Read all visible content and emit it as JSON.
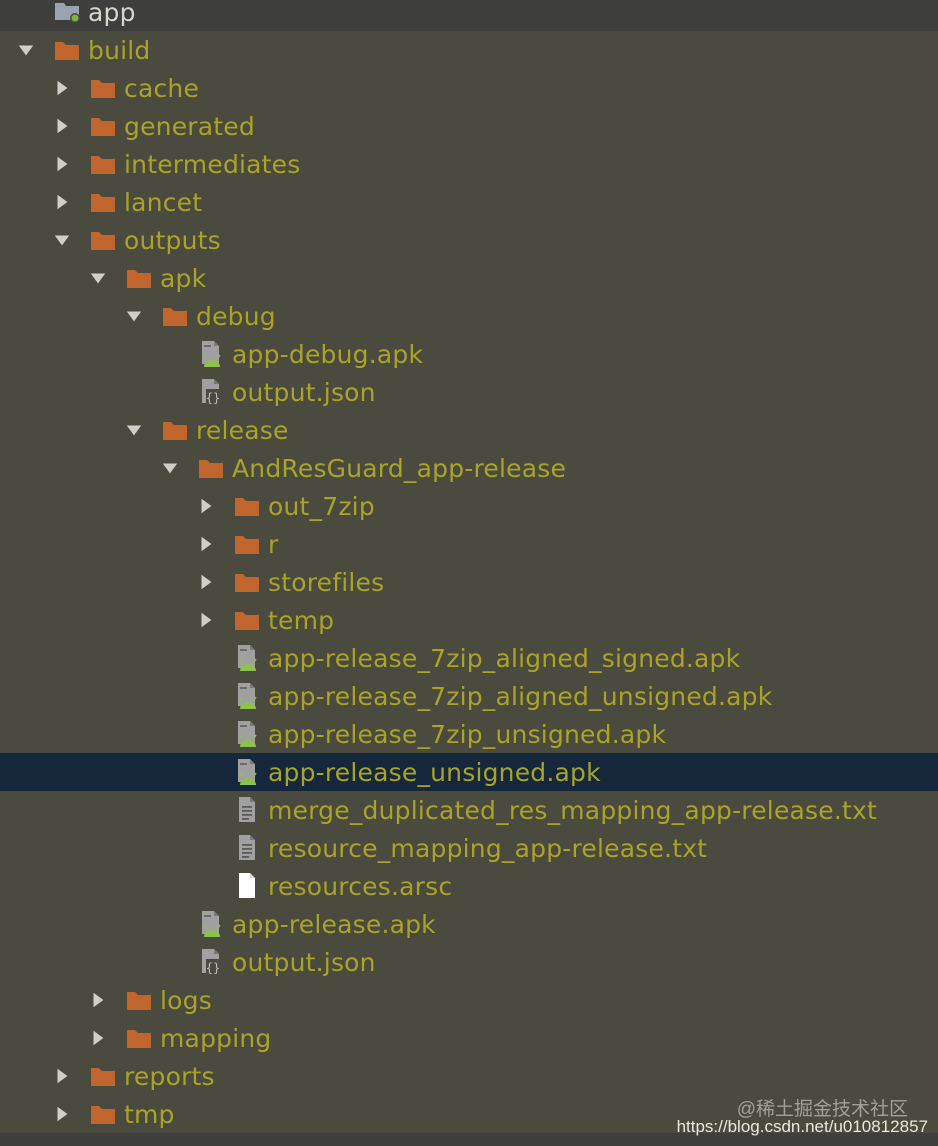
{
  "colors": {
    "background": "#4a4a3e",
    "label": "#a9a327",
    "folder": "#c1652f",
    "android": "#8bc34a",
    "selection": "#15273a"
  },
  "tree": [
    {
      "depth": 0,
      "label": "app",
      "icon": "module-icon",
      "state": "none",
      "kind": "module"
    },
    {
      "depth": 0,
      "label": "build",
      "icon": "folder-icon",
      "state": "expanded"
    },
    {
      "depth": 1,
      "label": "cache",
      "icon": "folder-icon",
      "state": "collapsed"
    },
    {
      "depth": 1,
      "label": "generated",
      "icon": "folder-icon",
      "state": "collapsed"
    },
    {
      "depth": 1,
      "label": "intermediates",
      "icon": "folder-icon",
      "state": "collapsed"
    },
    {
      "depth": 1,
      "label": "lancet",
      "icon": "folder-icon",
      "state": "collapsed"
    },
    {
      "depth": 1,
      "label": "outputs",
      "icon": "folder-icon",
      "state": "expanded"
    },
    {
      "depth": 2,
      "label": "apk",
      "icon": "folder-icon",
      "state": "expanded"
    },
    {
      "depth": 3,
      "label": "debug",
      "icon": "folder-icon",
      "state": "expanded"
    },
    {
      "depth": 4,
      "label": "app-debug.apk",
      "icon": "apk-file-icon",
      "state": "none"
    },
    {
      "depth": 4,
      "label": "output.json",
      "icon": "json-file-icon",
      "state": "none"
    },
    {
      "depth": 3,
      "label": "release",
      "icon": "folder-icon",
      "state": "expanded"
    },
    {
      "depth": 4,
      "label": "AndResGuard_app-release",
      "icon": "folder-icon",
      "state": "expanded"
    },
    {
      "depth": 5,
      "label": "out_7zip",
      "icon": "folder-icon",
      "state": "collapsed"
    },
    {
      "depth": 5,
      "label": "r",
      "icon": "folder-icon",
      "state": "collapsed"
    },
    {
      "depth": 5,
      "label": "storefiles",
      "icon": "folder-icon",
      "state": "collapsed"
    },
    {
      "depth": 5,
      "label": "temp",
      "icon": "folder-icon",
      "state": "collapsed"
    },
    {
      "depth": 5,
      "label": "app-release_7zip_aligned_signed.apk",
      "icon": "apk-file-icon",
      "state": "none"
    },
    {
      "depth": 5,
      "label": "app-release_7zip_aligned_unsigned.apk",
      "icon": "apk-file-icon",
      "state": "none"
    },
    {
      "depth": 5,
      "label": "app-release_7zip_unsigned.apk",
      "icon": "apk-file-icon",
      "state": "none"
    },
    {
      "depth": 5,
      "label": "app-release_unsigned.apk",
      "icon": "apk-file-icon",
      "state": "none",
      "selected": true
    },
    {
      "depth": 5,
      "label": "merge_duplicated_res_mapping_app-release.txt",
      "icon": "text-file-icon",
      "state": "none"
    },
    {
      "depth": 5,
      "label": "resource_mapping_app-release.txt",
      "icon": "text-file-icon",
      "state": "none"
    },
    {
      "depth": 5,
      "label": "resources.arsc",
      "icon": "blank-file-icon",
      "state": "none"
    },
    {
      "depth": 4,
      "label": "app-release.apk",
      "icon": "apk-file-icon",
      "state": "none"
    },
    {
      "depth": 4,
      "label": "output.json",
      "icon": "json-file-icon",
      "state": "none"
    },
    {
      "depth": 2,
      "label": "logs",
      "icon": "folder-icon",
      "state": "collapsed"
    },
    {
      "depth": 2,
      "label": "mapping",
      "icon": "folder-icon",
      "state": "collapsed"
    },
    {
      "depth": 1,
      "label": "reports",
      "icon": "folder-icon",
      "state": "collapsed"
    },
    {
      "depth": 1,
      "label": "tmp",
      "icon": "folder-icon",
      "state": "collapsed"
    }
  ],
  "watermark": {
    "site": "@稀土掘金技术社区",
    "url": "https://blog.csdn.net/u010812857"
  }
}
